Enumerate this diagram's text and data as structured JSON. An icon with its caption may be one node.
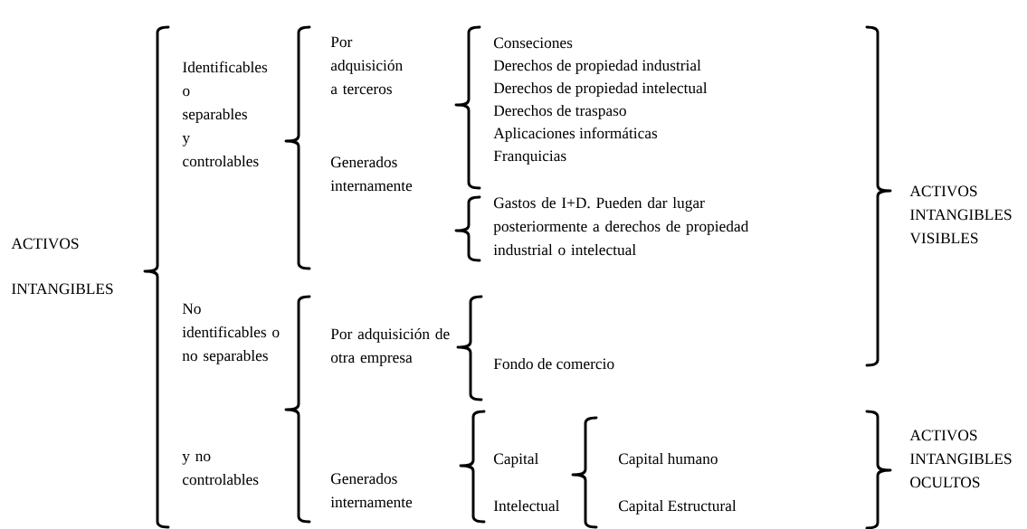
{
  "diagram": {
    "labels": [
      "ACTIVOS INTANGIBLES",
      "Identificables o separables y controlables",
      "Por adquisición a terceros",
      "Conseciones",
      "Derechos de propiedad industrial",
      "Derechos de propiedad intelectual",
      "Derechos de traspaso",
      "Aplicaciones informáticas",
      "Franquicias",
      "Generados internamente",
      "Gastos de I+D. Pueden dar lugar posteriormente a derechos de propiedad industrial o intelectual",
      "ACTIVOS INTANGIBLES VISIBLES",
      "No identificables o no separables",
      "Por adquisición de otra empresa",
      "Fondo de comercio",
      "y no controlables",
      "Capital",
      "Capital humano",
      "Generados internamente",
      "Intelectual",
      "Capital Estructural",
      "ACTIVOS INTANGIBLES OCULTOS"
    ]
  }
}
